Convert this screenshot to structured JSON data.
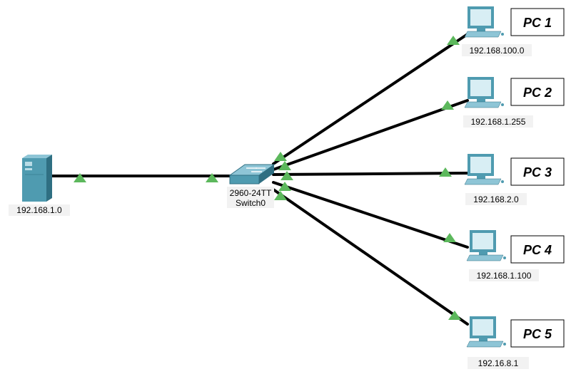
{
  "colors": {
    "link": "#000000",
    "port_up": "#5cb85c",
    "device_teal": "#4f9bb0"
  },
  "server": {
    "icon": "server-tower-icon",
    "ip": "192.168.1.0"
  },
  "switch": {
    "icon": "network-switch-icon",
    "model": "2960-24TT",
    "name": "Switch0"
  },
  "pcs": [
    {
      "name": "PC 1",
      "ip": "192.168.100.0",
      "icon": "desktop-pc-icon"
    },
    {
      "name": "PC 2",
      "ip": "192.168.1.255",
      "icon": "desktop-pc-icon"
    },
    {
      "name": "PC 3",
      "ip": "192.168.2.0",
      "icon": "desktop-pc-icon"
    },
    {
      "name": "PC 4",
      "ip": "192.168.1.100",
      "icon": "desktop-pc-icon"
    },
    {
      "name": "PC 5",
      "ip": "192.16.8.1",
      "icon": "desktop-pc-icon"
    }
  ]
}
